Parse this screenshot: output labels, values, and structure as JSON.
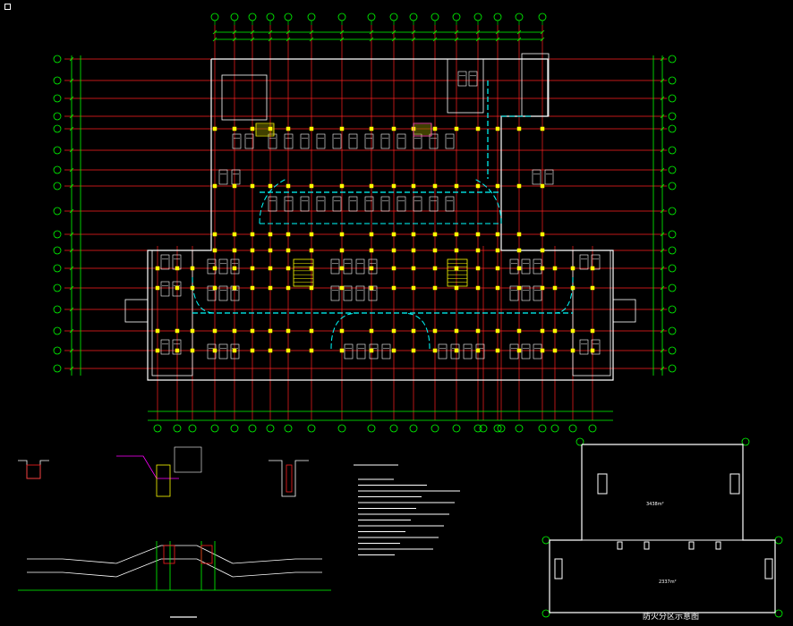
{
  "window": {
    "toggle_icon": "square-icon"
  },
  "drawing": {
    "colors": {
      "background": "#000000",
      "axis": "#ff2020",
      "wall": "#ffffff",
      "dimension": "#00ff00",
      "column": "#ffff00",
      "car": "#ffffff",
      "lane": "#00ffff",
      "stair": "#ffff00",
      "magenta": "#ff00ff",
      "note": "#ffffff"
    },
    "fire_zone_title": "防火分区示意图",
    "zone_upper_area": "3438m²",
    "zone_lower_area": "2337m²"
  }
}
